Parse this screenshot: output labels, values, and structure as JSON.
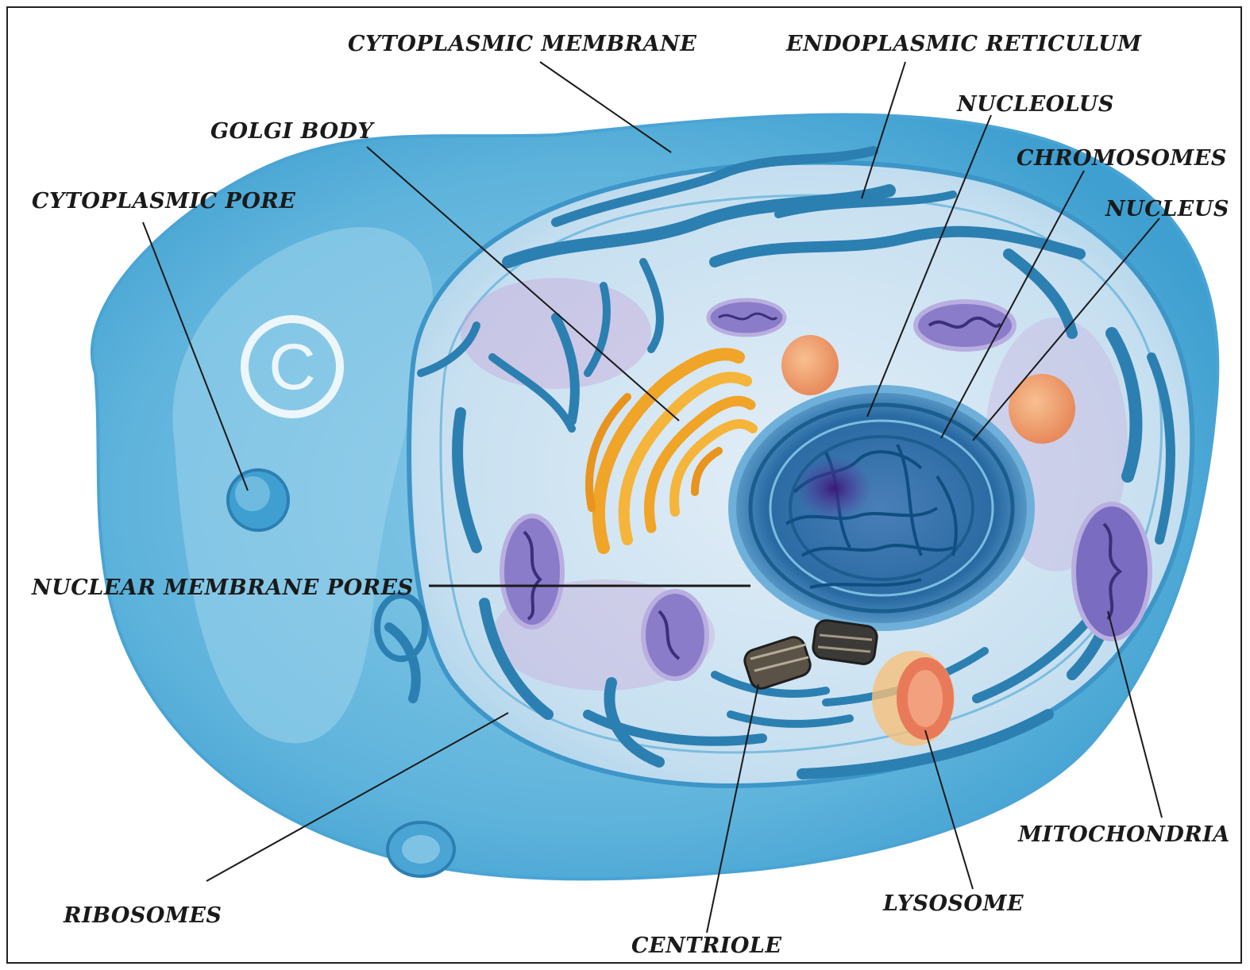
{
  "labels": {
    "cytoplasmic_membrane": "CYTOPLASMIC MEMBRANE",
    "endoplasmic_reticulum": "ENDOPLASMIC RETICULUM",
    "nucleolus": "NUCLEOLUS",
    "golgi_body": "GOLGI BODY",
    "chromosomes": "CHROMOSOMES",
    "cytoplasmic_pore": "CYTOPLASMIC PORE",
    "nucleus": "NUCLEUS",
    "nuclear_membrane_pores": "NUCLEAR MEMBRANE PORES",
    "mitochondria": "MITOCHONDRIA",
    "ribosomes": "RIBOSOMES",
    "lysosome": "LYSOSOME",
    "centriole": "CENTRIOLE"
  },
  "watermark": "C",
  "colors": {
    "cell_outer": "#5fb4dc",
    "cytoplasm": "#bcdcee",
    "er": "#2c7fb1",
    "golgi": "#f0a428",
    "nucleus": "#1f6c9f",
    "nucleolus": "#4a2a8c",
    "mitochondria": "#6a5fb4",
    "lysosome": "#e87a5a",
    "centriole": "#3a3a3a",
    "leader_line": "#1a1a1a"
  }
}
